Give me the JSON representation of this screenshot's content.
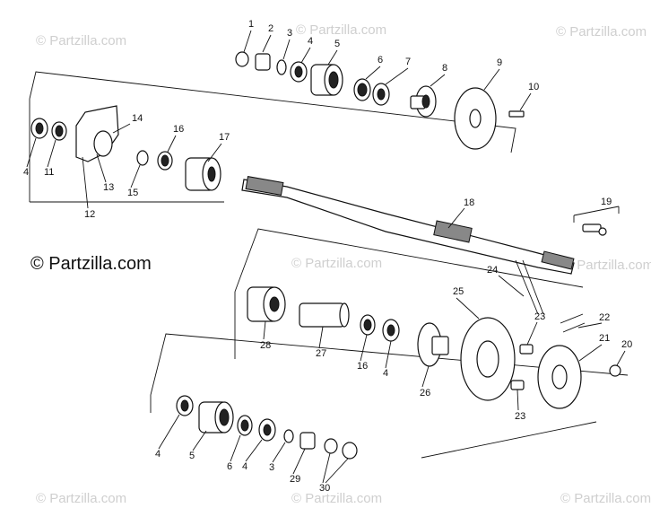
{
  "watermark": "© Partzilla.com",
  "brand": "© Partzilla.com",
  "callouts": [
    "1",
    "2",
    "3",
    "4",
    "5",
    "6",
    "7",
    "8",
    "9",
    "10",
    "4",
    "11",
    "12",
    "13",
    "14",
    "15",
    "16",
    "17",
    "18",
    "19",
    "20",
    "21",
    "22",
    "23",
    "23",
    "24",
    "25",
    "26",
    "4",
    "16",
    "27",
    "28",
    "4",
    "5",
    "6",
    "4",
    "3",
    "29",
    "30"
  ]
}
